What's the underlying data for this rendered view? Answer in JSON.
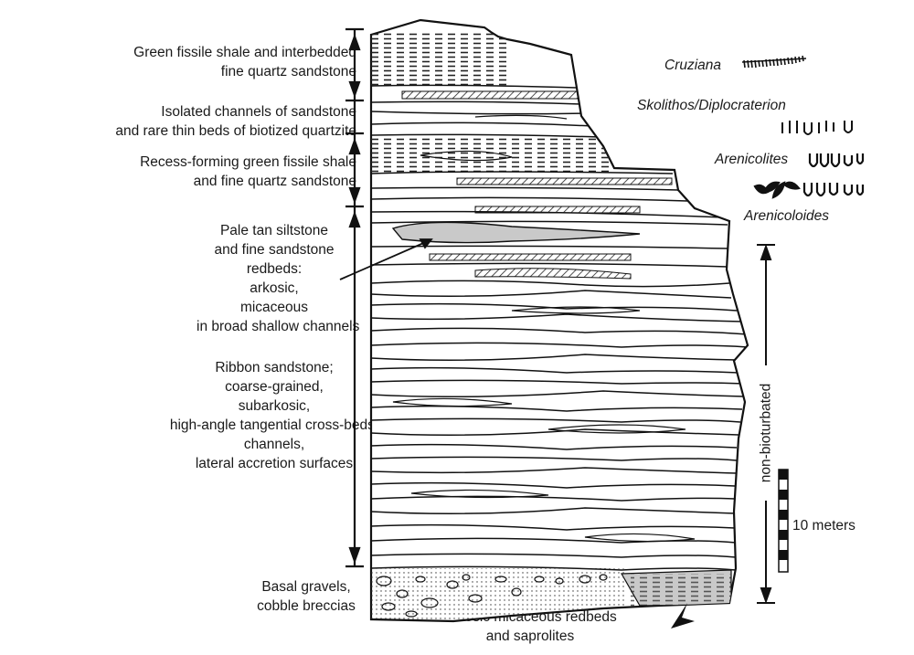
{
  "units": [
    {
      "lines": [
        "Green fissile shale and interbedded",
        "fine quartz sandstone"
      ]
    },
    {
      "lines": [
        "Isolated channels of sandstone",
        "and rare thin beds of biotized quartzite"
      ]
    },
    {
      "lines": [
        "Recess-forming green fissile shale",
        "and fine quartz sandstone"
      ]
    },
    {
      "lines": [
        "Pale tan siltstone",
        "and fine sandstone",
        "redbeds:",
        "arkosic,",
        "micaceous",
        "in broad shallow channels"
      ]
    },
    {
      "lines": [
        "Ribbon sandstone;",
        "coarse-grained,",
        "subarkosic,",
        "high-angle tangential cross-beds,",
        "channels,",
        "lateral accretion surfaces"
      ]
    },
    {
      "lines": [
        "Basal gravels,",
        "cobble breccias"
      ]
    }
  ],
  "trace_fossils": {
    "cruziana": "Cruziana",
    "skolithos": "Skolithos/Diplocraterion",
    "arenicolites": "Arenicolites",
    "arenicoloides": "Arenicoloides"
  },
  "bottom_label": [
    "Arkosic micaceous redbeds",
    "and saprolites"
  ],
  "non_bioturbated": "non-bioturbated",
  "scale_label": "10 meters"
}
